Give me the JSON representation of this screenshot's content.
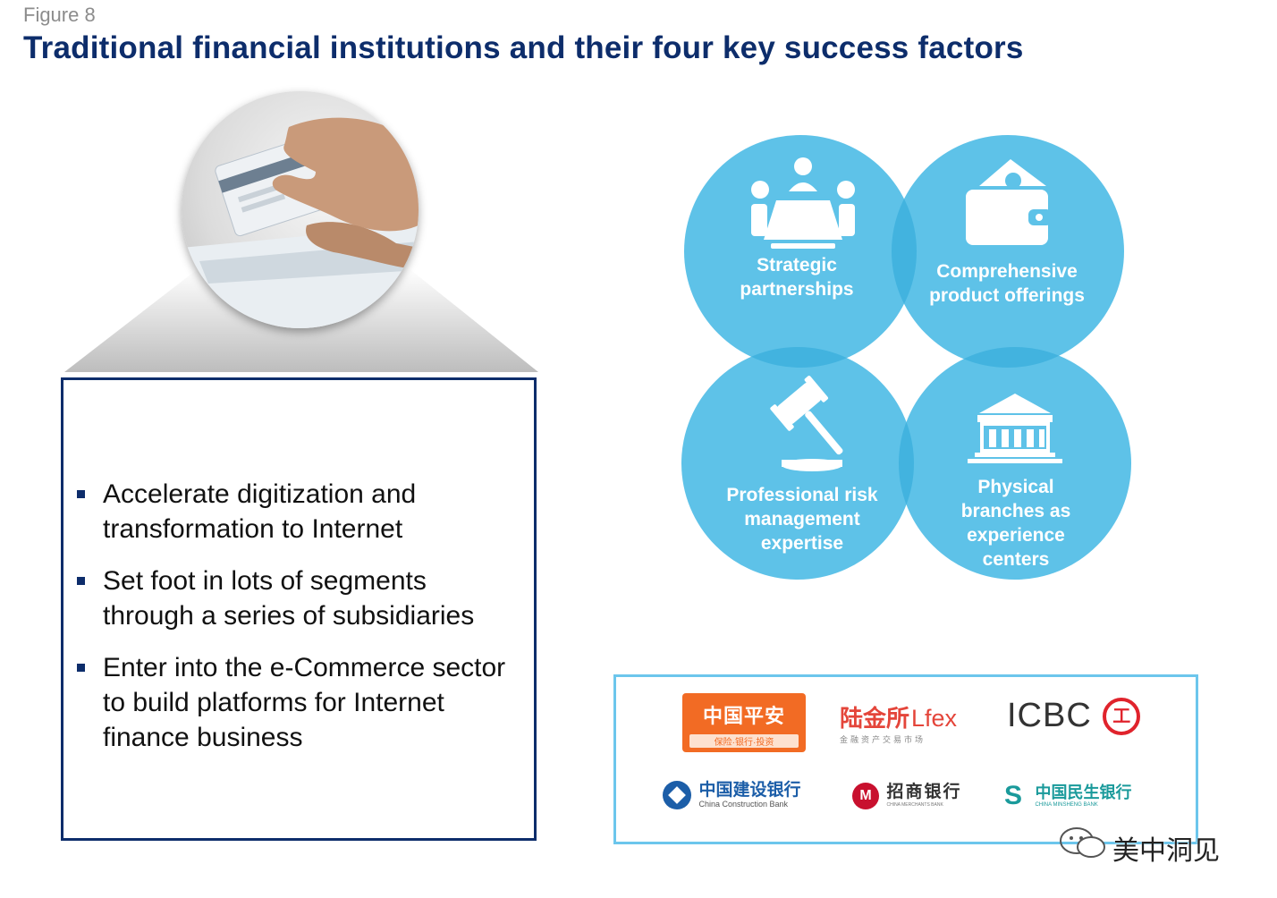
{
  "figure_label": "Figure 8",
  "title": "Traditional financial institutions and their four key success factors",
  "bullets": [
    "Accelerate digitization and transformation to Internet",
    "Set foot in lots of segments through a series of subsidiaries",
    "Enter into the e-Commerce sector to build platforms for Internet finance business"
  ],
  "factors": [
    {
      "label_lines": [
        "Strategic",
        "partnerships"
      ],
      "icon": "meeting-table-icon"
    },
    {
      "label_lines": [
        "Comprehensive",
        "product offerings"
      ],
      "icon": "wallet-icon"
    },
    {
      "label_lines": [
        "Professional risk",
        "management",
        "expertise"
      ],
      "icon": "gavel-icon"
    },
    {
      "label_lines": [
        "Physical",
        "branches as",
        "experience",
        "centers"
      ],
      "icon": "bank-building-icon"
    }
  ],
  "logos": {
    "ping_an": {
      "main": "中国平安",
      "sub": "保险·银行·投资"
    },
    "lufax": {
      "cn": "陆金所",
      "en": "Lfex",
      "sub": "金融资产交易市场"
    },
    "icbc": {
      "text": "ICBC",
      "mark": "工"
    },
    "ccb": {
      "cn": "中国建设银行",
      "en": "China Construction Bank"
    },
    "cmb": {
      "cn": "招商银行",
      "en": "CHINA MERCHANTS BANK"
    },
    "minsheng": {
      "cn": "中国民生银行",
      "en": "CHINA MINSHENG BANK"
    }
  },
  "watermark": "美中洞见",
  "colors": {
    "title_navy": "#0d2d6b",
    "circle_blue": "#5ec2e8",
    "circle_overlap": "#42b3df",
    "logo_border": "#6cc6ec",
    "ping_an_orange": "#f26b24",
    "lufax_red": "#e4453a",
    "icbc_red": "#e0232c",
    "ccb_blue": "#1c5ea8",
    "cmb_red": "#c8102e",
    "minsheng_teal": "#1a9a9b"
  }
}
